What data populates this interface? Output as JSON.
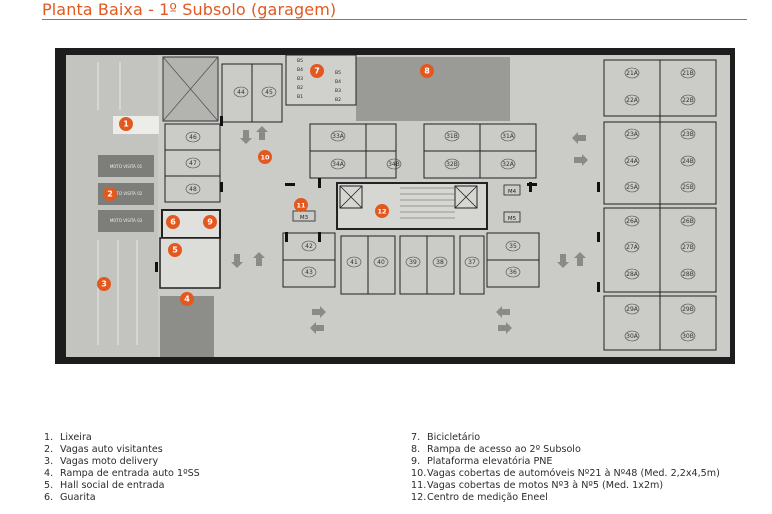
{
  "title": "Planta Baixa - 1º Subsolo (garagem)",
  "colors": {
    "accent": "#e2581f",
    "floor": "#cbcbc7",
    "wall": "#1d1d1d",
    "slot": "#b9b9b4"
  },
  "plan": {
    "markers": [
      {
        "n": "1"
      },
      {
        "n": "2"
      },
      {
        "n": "3"
      },
      {
        "n": "4"
      },
      {
        "n": "5"
      },
      {
        "n": "6"
      },
      {
        "n": "7"
      },
      {
        "n": "8"
      },
      {
        "n": "9"
      },
      {
        "n": "10"
      },
      {
        "n": "11"
      },
      {
        "n": "12"
      }
    ],
    "spaces_left": [
      "46",
      "47",
      "48"
    ],
    "spaces_top": [
      "44",
      "45"
    ],
    "spaces_center_top": [
      "33A",
      "34A",
      "34B",
      "31B",
      "31A",
      "32B",
      "32A"
    ],
    "spaces_right_col1": [
      "21A",
      "22A",
      "23A",
      "24A",
      "25A",
      "26A",
      "27A",
      "28A",
      "29A",
      "30A"
    ],
    "spaces_right_col2": [
      "21B",
      "22B",
      "23B",
      "24B",
      "25B",
      "26B",
      "27B",
      "28B",
      "29B",
      "30B"
    ],
    "spaces_center_bottom": [
      "42",
      "43",
      "41",
      "40",
      "39",
      "38",
      "37",
      "35",
      "36"
    ],
    "moto_spaces": [
      "M3",
      "M4",
      "M5"
    ],
    "bike_labels": [
      "B5",
      "B4",
      "B3",
      "B2",
      "B1"
    ],
    "moto_visitor_labels": [
      "MOTO VISITA 01",
      "MOTO VISITA 02",
      "MOTO VISITA 03"
    ]
  },
  "legend_left": [
    {
      "num": "1.",
      "text": "Lixeira"
    },
    {
      "num": "2.",
      "text": "Vagas auto visitantes"
    },
    {
      "num": "3.",
      "text": "Vagas moto delivery"
    },
    {
      "num": "4.",
      "text": "Rampa de entrada auto 1ºSS"
    },
    {
      "num": "5.",
      "text": "Hall social de entrada"
    },
    {
      "num": "6.",
      "text": "Guarita"
    }
  ],
  "legend_right": [
    {
      "num": "7.",
      "text": "Bicicletário"
    },
    {
      "num": "8.",
      "text": "Rampa de acesso ao 2º Subsolo"
    },
    {
      "num": "9.",
      "text": "Plataforma elevatória PNE"
    },
    {
      "num": "10.",
      "text": "Vagas cobertas de automóveis Nº21 à Nº48 (Med. 2,2x4,5m)"
    },
    {
      "num": "11.",
      "text": "Vagas cobertas de motos Nº3 à Nº5 (Med. 1x2m)"
    },
    {
      "num": "12.",
      "text": "Centro de medição Eneel"
    }
  ]
}
